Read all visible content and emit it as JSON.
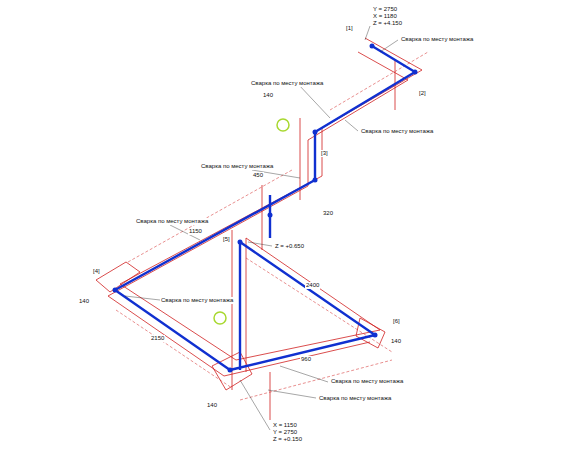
{
  "diagram": {
    "labels": [
      "Y = 2750",
      "X = 1180",
      "Z = +4.150",
      "Сварка по месту монтажа",
      "Сварка по месту монтажа",
      "Сварка по месту монтажа",
      "Сварка по месту монтажа",
      "Сварка по месту монтажа",
      "Сварка по месту монтажа",
      "Сварка по месту монтажа",
      "Сварка по месту монтажа",
      "Z = +0.650",
      "X = 1150",
      "Y = 2750",
      "Z = +0.150",
      "140",
      "1150",
      "2400",
      "2150",
      "960",
      "450",
      "320",
      "140",
      "140",
      "140",
      "[1]",
      "[2]",
      "[3]",
      "[4]",
      "[5]",
      "[6]"
    ]
  }
}
